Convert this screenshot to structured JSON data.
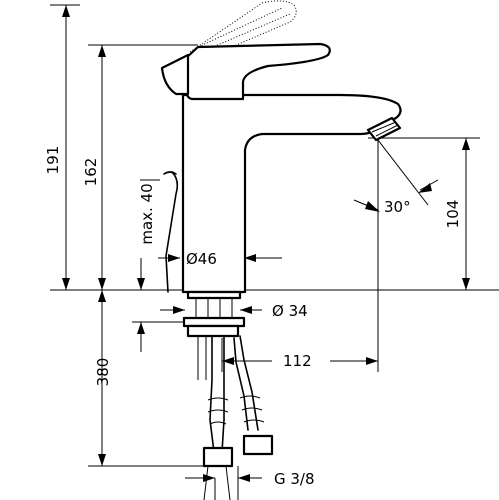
{
  "dimensions": {
    "total_height": "191",
    "spout_height": "162",
    "max_opening": "max. 40",
    "base_diameter": "Ø46",
    "outlet_height": "104",
    "spray_angle": "30°",
    "hole_diameter": "Ø 34",
    "projection": "112",
    "hose_length": "380",
    "thread": "G 3/8"
  }
}
